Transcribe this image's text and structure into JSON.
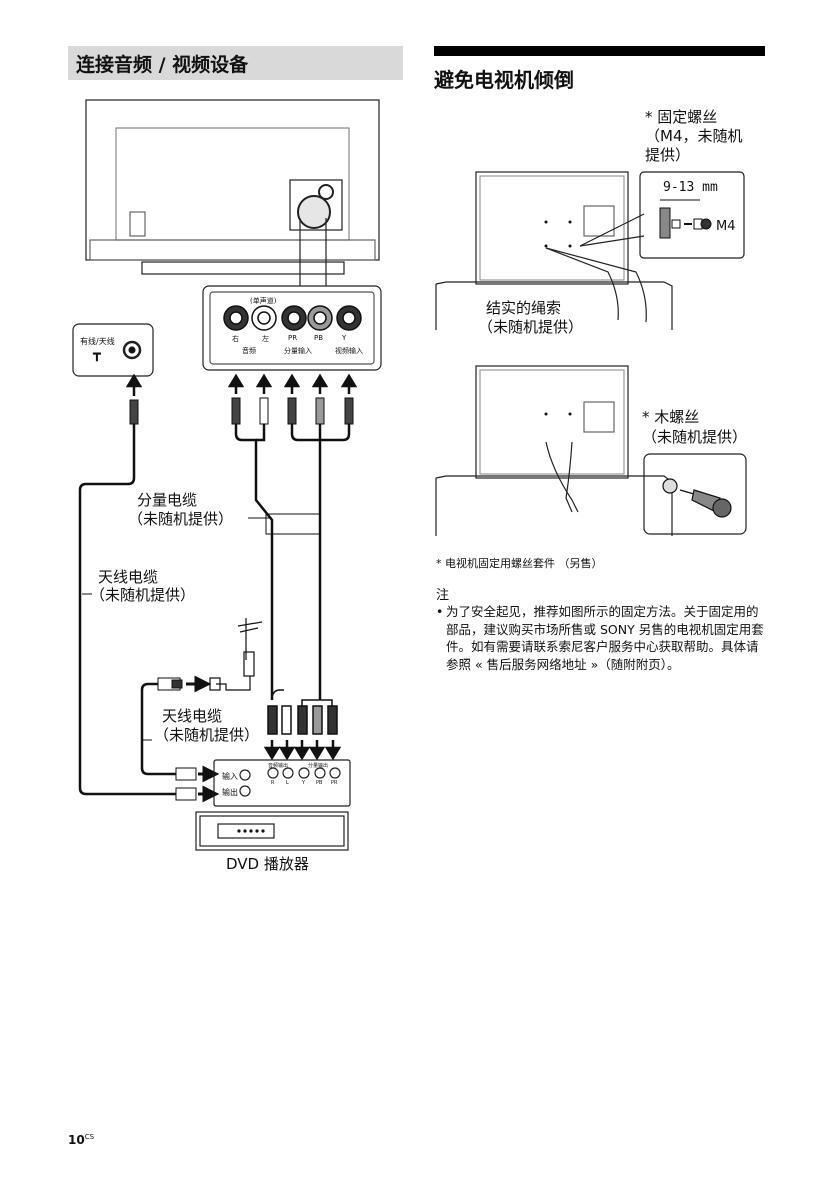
{
  "left": {
    "heading": "连接音频 / 视频设备",
    "tv_panel": {
      "mono_label": "(单声道)",
      "jack_r": "右",
      "jack_l": "左",
      "audio_label": "音频",
      "pr": "PR",
      "pb": "PB",
      "component_in": "分量输入",
      "y_label": "Y",
      "video_in": "视频输入"
    },
    "antenna_box_label": "有线/天线",
    "component_cable_1": "分量电缆",
    "component_cable_2": "（未随机提供）",
    "antenna_cable_a_1": "天线电缆",
    "antenna_cable_a_2": "（未随机提供）",
    "antenna_cable_b_1": "天线电缆",
    "antenna_cable_b_2": "（未随机提供）",
    "dvd_panel": {
      "in": "输入",
      "out": "输出",
      "audio_out": "音频输出",
      "component_out": "分量输出",
      "jacks": [
        "R",
        "L",
        "Y",
        "PB",
        "PR"
      ]
    },
    "dvd_label": "DVD 播放器"
  },
  "right": {
    "heading": "避免电视机倾倒",
    "screw_1": "* 固定螺丝",
    "screw_2": "（M4，未随机",
    "screw_3": "提供）",
    "dim_label": "9-13 mm",
    "m4_label": "M4",
    "cord_1": "结实的绳索",
    "cord_2": "（未随机提供）",
    "wood_1": "* 木螺丝",
    "wood_2": "（未随机提供）",
    "footnote": "* 电视机固定用螺丝套件 （另售）",
    "note_title": "注",
    "note_bullet": "•",
    "note_text": "为了安全起见，推荐如图所示的固定方法。关于固定用的部品，建议购买市场所售或 SONY 另售的电视机固定用套件。如有需要请联系索尼客户服务中心获取帮助。具体请参照 « 售后服务网络地址 »（随附附页）。"
  },
  "page": {
    "number": "10",
    "suffix": "CS"
  }
}
